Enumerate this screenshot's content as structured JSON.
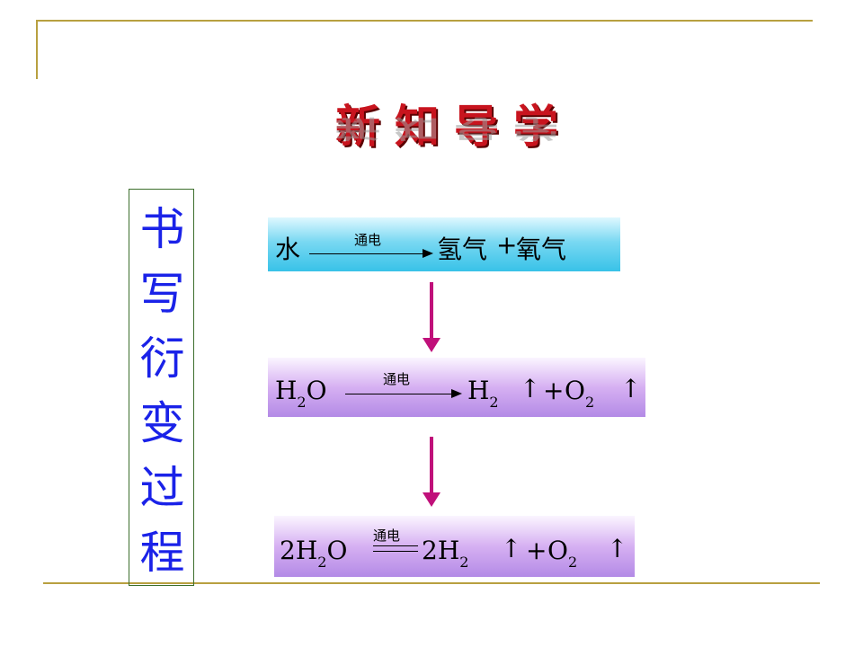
{
  "title": "新知导学",
  "sidebar": {
    "chars": [
      "书",
      "写",
      "衍",
      "变",
      "过",
      "程"
    ]
  },
  "step1": {
    "reactant": "水",
    "condition": "通电",
    "product1": "氢气",
    "plus": "+",
    "product2": "氧气"
  },
  "step2": {
    "r_H": "H",
    "r_sub": "2",
    "r_O": "O",
    "condition": "通电",
    "p1_H": "H",
    "p1_sub": "2",
    "gas1": "↑",
    "plus": "+",
    "p2_O": "O",
    "p2_sub": "2",
    "gas2": "↑"
  },
  "step3": {
    "r_coef": "2",
    "r_H": "H",
    "r_sub": "2",
    "r_O": "O",
    "condition": "通电",
    "p1_coef": "2",
    "p1_H": "H",
    "p1_sub": "2",
    "gas1": "↑",
    "plus": "+",
    "p2_O": "O",
    "p2_sub": "2",
    "gas2": "↑"
  },
  "colors": {
    "frame": "#b8a040",
    "title": "#c8141e",
    "vertical_text": "#1a22e8",
    "down_arrow": "#c0107a",
    "box1": "#38c2e8",
    "box_purple": "#b38ae6"
  }
}
